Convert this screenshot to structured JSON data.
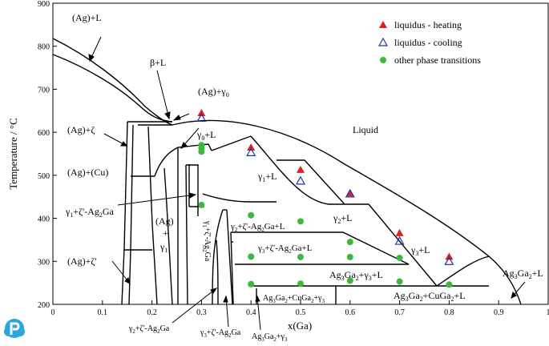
{
  "chart_data": {
    "type": "scatter",
    "xlabel": "x(Ga)",
    "ylabel": "Temperature / °C",
    "xlim": [
      0,
      1
    ],
    "ylim": [
      200,
      900
    ],
    "x_ticks": [
      0,
      0.1,
      0.2,
      0.3,
      0.4,
      0.5,
      0.6,
      0.7,
      0.8,
      0.9,
      1
    ],
    "x_tick_labels": [
      "0",
      "0.1",
      "0.2",
      "0.3",
      "0.4",
      "0.5",
      "0.6",
      "0.7",
      "0.8",
      "0.9",
      "1"
    ],
    "y_ticks": [
      200,
      300,
      400,
      500,
      600,
      700,
      800,
      900
    ],
    "legend_position": "top-right",
    "series": [
      {
        "name": "liquidus - heating",
        "marker": "filled-triangle",
        "color": "#e02020",
        "points": [
          [
            0.3,
            645
          ],
          [
            0.4,
            565
          ],
          [
            0.5,
            513
          ],
          [
            0.6,
            458
          ],
          [
            0.7,
            366
          ],
          [
            0.8,
            311
          ]
        ]
      },
      {
        "name": "liquidus - cooling",
        "marker": "open-triangle",
        "color": "#2233aa",
        "points": [
          [
            0.3,
            633
          ],
          [
            0.4,
            553
          ],
          [
            0.5,
            487
          ],
          [
            0.6,
            457
          ],
          [
            0.7,
            347
          ],
          [
            0.8,
            300
          ]
        ]
      },
      {
        "name": "other phase transitions",
        "marker": "filled-circle",
        "color": "#3cb83c",
        "points": [
          [
            0.3,
            570
          ],
          [
            0.3,
            563
          ],
          [
            0.3,
            555
          ],
          [
            0.3,
            431
          ],
          [
            0.4,
            407
          ],
          [
            0.4,
            311
          ],
          [
            0.4,
            247
          ],
          [
            0.5,
            393
          ],
          [
            0.5,
            310
          ],
          [
            0.5,
            248
          ],
          [
            0.6,
            345
          ],
          [
            0.6,
            310
          ],
          [
            0.6,
            255
          ],
          [
            0.7,
            308
          ],
          [
            0.7,
            253
          ],
          [
            0.8,
            246
          ]
        ]
      }
    ],
    "region_labels": {
      "liquid": "Liquid",
      "ag_l": "(Ag)+L",
      "beta_l": "β+L",
      "ag_gamma0": "(Ag)+γ",
      "gamma0_l": "γ",
      "gamma1_l": "γ",
      "gamma2_l": "γ",
      "gamma3_l": "γ",
      "ag_zeta": "(Ag)+ζ",
      "ag_cu": "(Ag)+(Cu)",
      "g1_zeta": "γ",
      "ag_plus": "(Ag)",
      "ag_plus2": "+",
      "ag_plus3": "γ",
      "ag_zetaprime": "(Ag)+ζ'",
      "g2_zeta_ag2ga_l": "γ",
      "g3_zeta_ag2ga_l": "γ",
      "ag3ga2_g3_l": "Ag",
      "ag3ga2_l": "Ag",
      "ag3ga2_cuga2_g3": "Ag",
      "ag3ga2_cuga2_l": "Ag",
      "g2_zeta_ag2ga": "γ",
      "g3_zeta_ag2ga": "γ",
      "ag3ga2_g3": "Ag",
      "vertical": "γ"
    }
  }
}
